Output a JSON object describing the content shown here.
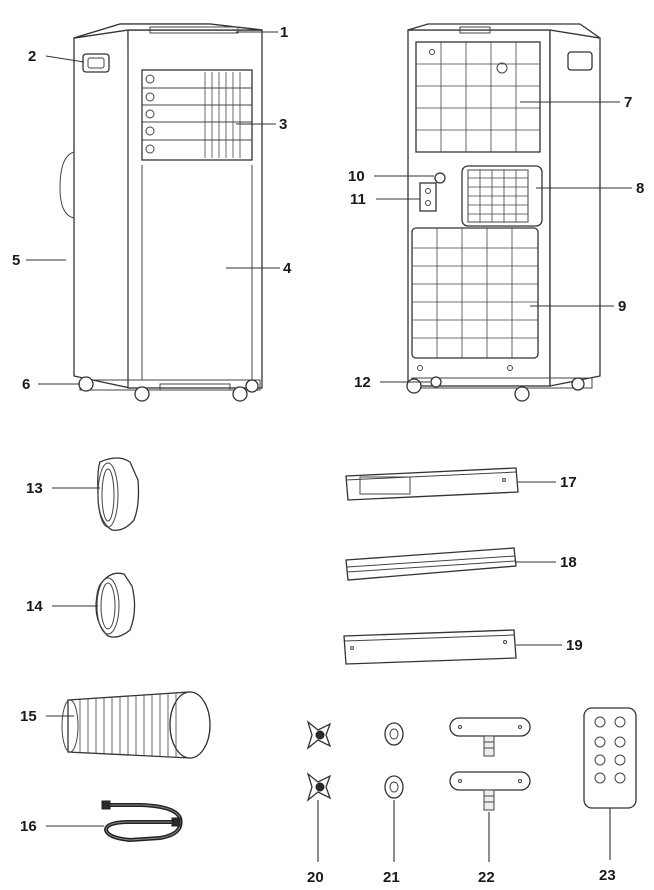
{
  "diagram": {
    "part_labels": [
      {
        "id": "p1",
        "text": "1"
      },
      {
        "id": "p2",
        "text": "2"
      },
      {
        "id": "p3",
        "text": "3"
      },
      {
        "id": "p4",
        "text": "4"
      },
      {
        "id": "p5",
        "text": "5"
      },
      {
        "id": "p6",
        "text": "6"
      },
      {
        "id": "p7",
        "text": "7"
      },
      {
        "id": "p8",
        "text": "8"
      },
      {
        "id": "p9",
        "text": "9"
      },
      {
        "id": "p10",
        "text": "10"
      },
      {
        "id": "p11",
        "text": "11"
      },
      {
        "id": "p12",
        "text": "12"
      },
      {
        "id": "p13",
        "text": "13"
      },
      {
        "id": "p14",
        "text": "14"
      },
      {
        "id": "p15",
        "text": "15"
      },
      {
        "id": "p16",
        "text": "16"
      },
      {
        "id": "p17",
        "text": "17"
      },
      {
        "id": "p18",
        "text": "18"
      },
      {
        "id": "p19",
        "text": "19"
      },
      {
        "id": "p20",
        "text": "20"
      },
      {
        "id": "p21",
        "text": "21"
      },
      {
        "id": "p22",
        "text": "22"
      },
      {
        "id": "p23",
        "text": "23"
      }
    ]
  }
}
